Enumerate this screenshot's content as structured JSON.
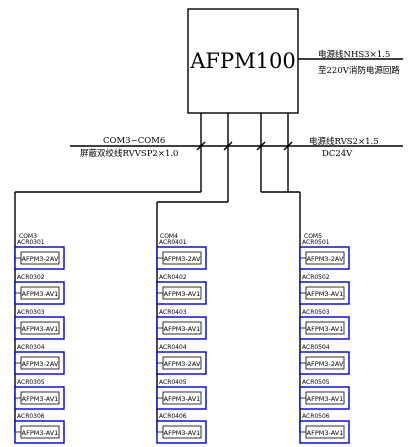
{
  "controller": {
    "name": "AFPM100"
  },
  "power_supply": {
    "line1": "电源线NHS3×1.5",
    "line2": "至220V消防电源回路"
  },
  "bus": {
    "label": "COM3~COM6",
    "cable": "屏蔽双绞线RVVSP2×1.0"
  },
  "dc_supply": {
    "line1": "电源线RVS2×1.5",
    "line2": "DC24V"
  },
  "columns": [
    {
      "com": "COM3",
      "modules": [
        {
          "addr": "ACR0301",
          "model": "AFPM3-2AV"
        },
        {
          "addr": "ACR0302",
          "model": "AFPM3-AV1"
        },
        {
          "addr": "ACR0303",
          "model": "AFPM3-AV1"
        },
        {
          "addr": "ACR0304",
          "model": "AFPM3-2AV"
        },
        {
          "addr": "ACR0305",
          "model": "AFPM3-AV1"
        },
        {
          "addr": "ACR0306",
          "model": "AFPM3-AV1"
        }
      ]
    },
    {
      "com": "COM4",
      "modules": [
        {
          "addr": "ACR0401",
          "model": "AFPM3-2AV"
        },
        {
          "addr": "ACR0402",
          "model": "AFPM3-AV1"
        },
        {
          "addr": "ACR0403",
          "model": "AFPM3-AV1"
        },
        {
          "addr": "ACR0404",
          "model": "AFPM3-2AV"
        },
        {
          "addr": "ACR0405",
          "model": "AFPM3-AV1"
        },
        {
          "addr": "ACR0406",
          "model": "AFPM3-AV1"
        }
      ]
    },
    {
      "com": "COM5",
      "modules": [
        {
          "addr": "ACR0501",
          "model": "AFPM3-2AV"
        },
        {
          "addr": "ACR0502",
          "model": "AFPM3-AV1"
        },
        {
          "addr": "ACR0503",
          "model": "AFPM3-AV1"
        },
        {
          "addr": "ACR0504",
          "model": "AFPM3-2AV"
        },
        {
          "addr": "ACR0505",
          "model": "AFPM3-AV1"
        },
        {
          "addr": "ACR0506",
          "model": "AFPM3-AV1"
        }
      ]
    }
  ]
}
